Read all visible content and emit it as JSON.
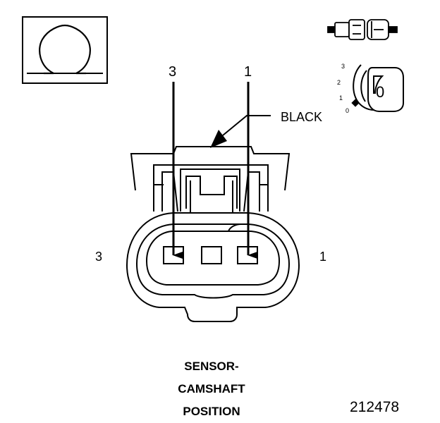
{
  "symbol": {
    "name": "ohm-icon",
    "glyph": "Ω"
  },
  "connector": {
    "callout_label": "BLACK",
    "pin_top_left": "3",
    "pin_top_right": "1",
    "pin_side_left": "3",
    "pin_side_right": "1"
  },
  "key_switch": {
    "scale": [
      "3",
      "2",
      "1",
      "0"
    ],
    "key_label": "0"
  },
  "caption": {
    "line1": "SENSOR-",
    "line2": "CAMSHAFT",
    "line3": "POSITION"
  },
  "figure_number": "212478",
  "colors": {
    "ink": "#000000",
    "paper": "#ffffff"
  }
}
